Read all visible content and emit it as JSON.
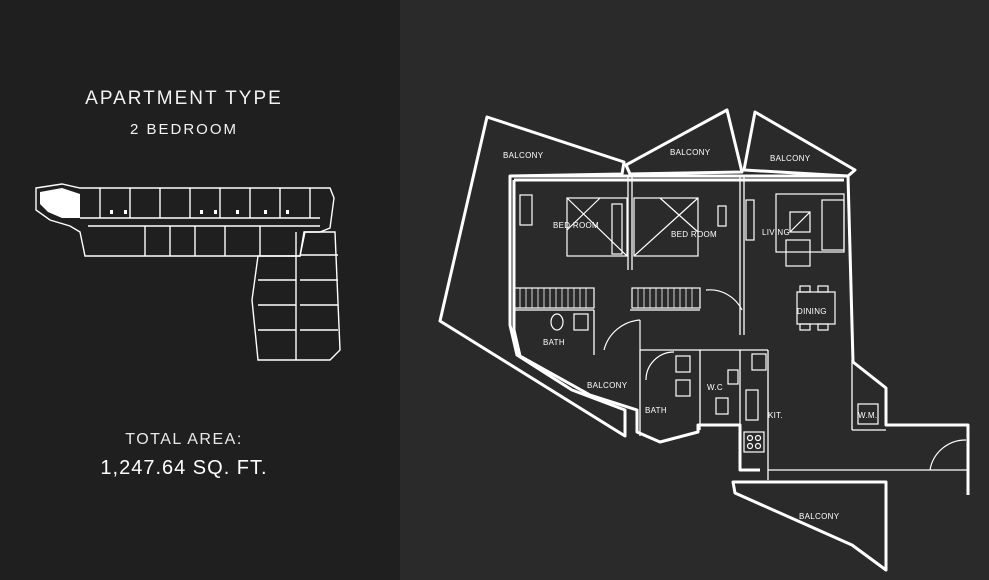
{
  "header": {
    "title": "APARTMENT TYPE",
    "subtitle": "2 BEDROOM"
  },
  "area": {
    "label": "TOTAL AREA:",
    "value": "1,247.64 SQ. FT."
  },
  "plan": {
    "rooms": {
      "balcony_left": "BALCONY",
      "balcony_mid": "BALCONY",
      "balcony_right": "BALCONY",
      "bedroom_1": "BED ROOM",
      "bedroom_2": "BED ROOM",
      "living": "LIVING",
      "dining": "DINING",
      "bath_1": "BATH",
      "balcony_small": "BALCONY",
      "bath_2": "BATH",
      "wc": "W.C",
      "kitchen": "KIT.",
      "wm": "W.M.",
      "balcony_bottom": "BALCONY"
    }
  },
  "colors": {
    "left_panel": "#1f1f1f",
    "right_panel": "#2a2a2a",
    "lines": "#ffffff",
    "highlight": "#ffffff"
  }
}
